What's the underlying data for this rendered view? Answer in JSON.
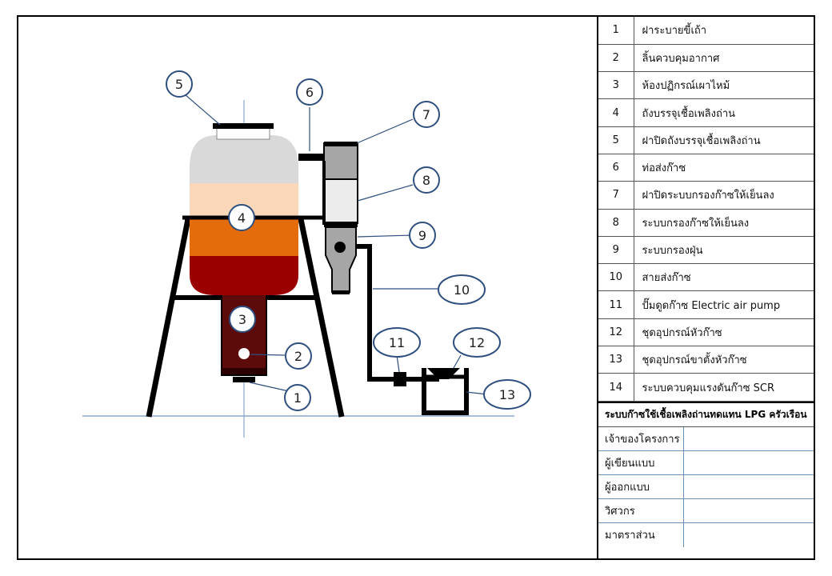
{
  "diagram": {
    "callouts": [
      {
        "id": "1",
        "label": "1"
      },
      {
        "id": "2",
        "label": "2"
      },
      {
        "id": "3",
        "label": "3"
      },
      {
        "id": "4",
        "label": "4"
      },
      {
        "id": "5",
        "label": "5"
      },
      {
        "id": "6",
        "label": "6"
      },
      {
        "id": "7",
        "label": "7"
      },
      {
        "id": "8",
        "label": "8"
      },
      {
        "id": "9",
        "label": "9"
      },
      {
        "id": "10",
        "label": "10"
      },
      {
        "id": "11",
        "label": "11"
      },
      {
        "id": "12",
        "label": "12"
      },
      {
        "id": "13",
        "label": "13"
      }
    ],
    "colors": {
      "tank_top": "#d9d9d9",
      "tank_band_light": "#fad7b8",
      "tank_band_orange": "#e46c0a",
      "tank_band_red": "#9b0000",
      "reaction_chamber": "#5c0a0a",
      "filter_body": "#a6a6a6",
      "callout_border": "#2f4f7f",
      "ground_line": "#8aa6c8"
    }
  },
  "parts": [
    {
      "no": "1",
      "name": "ฝาระบายขี้เถ้า"
    },
    {
      "no": "2",
      "name": "ลิ้นควบคุมอากาศ"
    },
    {
      "no": "3",
      "name": "ห้องปฏิกรณ์เผาไหม้"
    },
    {
      "no": "4",
      "name": "ถังบรรจุเชื้อเพลิงถ่าน"
    },
    {
      "no": "5",
      "name": "ฝาปิดถังบรรจุเชื้อเพลิงถ่าน"
    },
    {
      "no": "6",
      "name": "ท่อส่งก๊าซ"
    },
    {
      "no": "7",
      "name": "ฝาปิดระบบกรองก๊าซให้เย็นลง"
    },
    {
      "no": "8",
      "name": "ระบบกรองก๊าซให้เย็นลง"
    },
    {
      "no": "9",
      "name": "ระบบกรองฝุ่น"
    },
    {
      "no": "10",
      "name": "สายส่งก๊าซ"
    },
    {
      "no": "11",
      "name": "ปั๊มดูดก๊าซ Electric air pump"
    },
    {
      "no": "12",
      "name": "ชุดอุปกรณ์หัวก๊าซ"
    },
    {
      "no": "13",
      "name": "ชุดอุปกรณ์ขาตั้งหัวก๊าซ"
    },
    {
      "no": "14",
      "name": "ระบบควบคุมแรงดันก๊าซ SCR"
    }
  ],
  "title_block": {
    "title": "ระบบก๊าซใช้เชื้อเพลิงถ่านทดแทน LPG ครัวเรือน",
    "rows": [
      {
        "label": "เจ้าของโครงการ",
        "value": ""
      },
      {
        "label": "ผู้เขียนแบบ",
        "value": ""
      },
      {
        "label": "ผู้ออกแบบ",
        "value": ""
      },
      {
        "label": "วิศวกร",
        "value": ""
      },
      {
        "label": "มาตราส่วน",
        "value": ""
      }
    ]
  }
}
